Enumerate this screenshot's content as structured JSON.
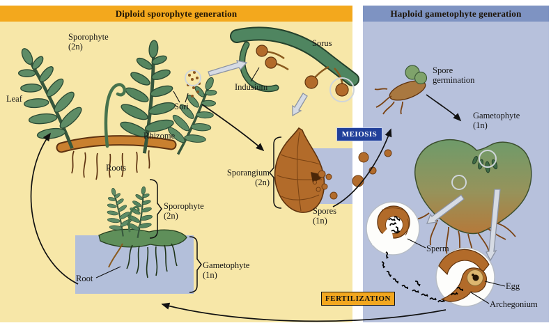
{
  "panels": {
    "diploid": {
      "title": "Diploid sporophyte generation"
    },
    "haploid": {
      "title": "Haploid gametophyte generation"
    }
  },
  "badges": {
    "meiosis": "MEIOSIS",
    "fertilization": "FERTILIZATION"
  },
  "labels": {
    "sporophyte_adult": {
      "name": "Sporophyte",
      "ploidy": "(2n)"
    },
    "leaf": "Leaf",
    "sori": "Sori",
    "rhizome": "Rhizome",
    "roots": "Roots",
    "sorus": "Sorus",
    "indusium": "Indusium",
    "sporangium": {
      "name": "Sporangium",
      "ploidy": "(2n)"
    },
    "spores": {
      "name": "Spores",
      "ploidy": "(1n)"
    },
    "spore_germination": {
      "line1": "Spore",
      "line2": "germination"
    },
    "gametophyte": {
      "name": "Gametophyte",
      "ploidy": "(1n)"
    },
    "sperm": "Sperm",
    "egg": "Egg",
    "archegonium": "Archegonium",
    "sporophyte_young": {
      "name": "Sporophyte",
      "ploidy": "(2n)"
    },
    "gametophyte_young": {
      "name": "Gametophyte",
      "ploidy": "(1n)"
    },
    "root": "Root"
  },
  "colors": {
    "diploid_band": "#F3A81D",
    "diploid_bg": "#F7E7A8",
    "haploid_band": "#7E93C2",
    "haploid_bg": "#B7C1DC",
    "meiosis_badge_bg": "#21409A",
    "meiosis_badge_text": "#FFFFFF",
    "fertilization_badge_bg": "#F2A71F",
    "fertilization_badge_text": "#111111",
    "fern_green": "#5E8C66",
    "sporangium_brown": "#B26B2A",
    "rhizome_orange": "#C9802F"
  }
}
